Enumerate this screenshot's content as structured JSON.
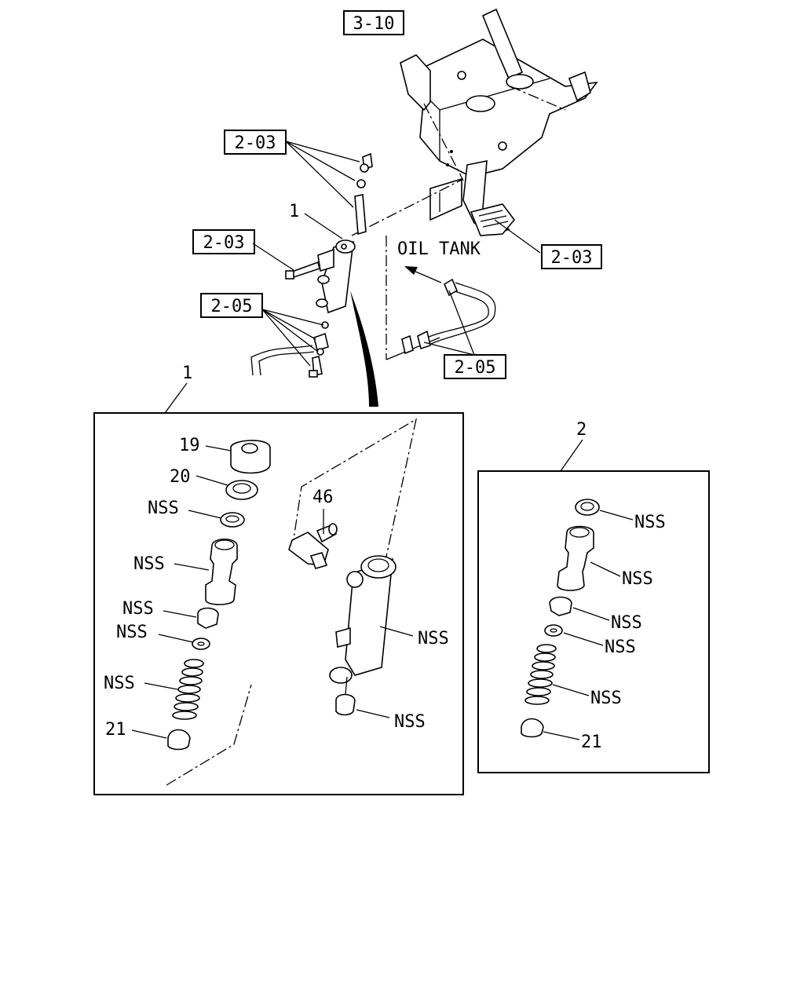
{
  "refs": {
    "bracket": "3-10",
    "pin_group": "2-03",
    "bolt": "2-03",
    "pedal": "2-03",
    "hose_fittings": "2-05",
    "pipe_fittings": "2-05"
  },
  "callouts": {
    "cylinder_top": "1",
    "inset1_number": "1",
    "inset2_number": "2",
    "oil_tank": "OIL TANK"
  },
  "inset1": {
    "p19": "19",
    "p20": "20",
    "nss_seal": "NSS",
    "nss_piston": "NSS",
    "nss_cup": "NSS",
    "nss_washer": "NSS",
    "nss_spring": "NSS",
    "p21": "21",
    "p46": "46",
    "nss_body": "NSS",
    "nss_plug": "NSS"
  },
  "inset2": {
    "nss_seal": "NSS",
    "nss_piston": "NSS",
    "nss_cup": "NSS",
    "nss_washer": "NSS",
    "nss_spring": "NSS",
    "p21": "21"
  }
}
